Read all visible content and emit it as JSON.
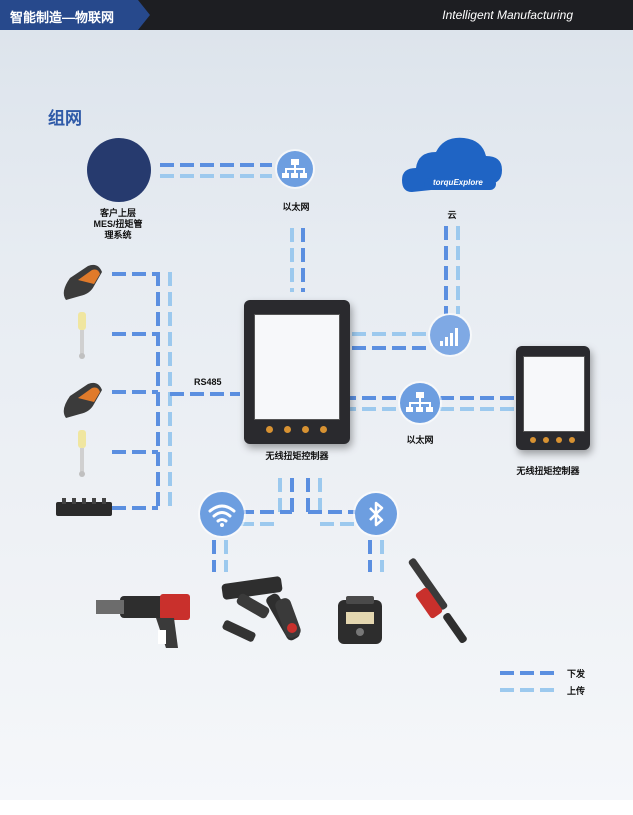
{
  "header": {
    "left_title": "智能制造—物联网",
    "right_title": "Intelligent Manufacturing"
  },
  "section_title": "组网",
  "nodes": {
    "mes_line1": "客户上层",
    "mes_line2": "MES/扭矩管",
    "mes_line3": "理系统",
    "ethernet_top": "以太网",
    "cloud": "云",
    "cloud_brand": "torquExplore",
    "rs485": "RS485",
    "controller_main": "无线扭矩控制器",
    "ethernet_mid": "以太网",
    "controller_right": "无线扭矩控制器"
  },
  "legend": {
    "down_label": "下发",
    "up_label": "上传"
  },
  "colors": {
    "down_line": "#5b8fe0",
    "up_line": "#9cc9ee",
    "header_accent": "#27498c",
    "mes_circle": "#263a6e",
    "node": "#6d9ee0",
    "cloud": "#1f64c4"
  }
}
